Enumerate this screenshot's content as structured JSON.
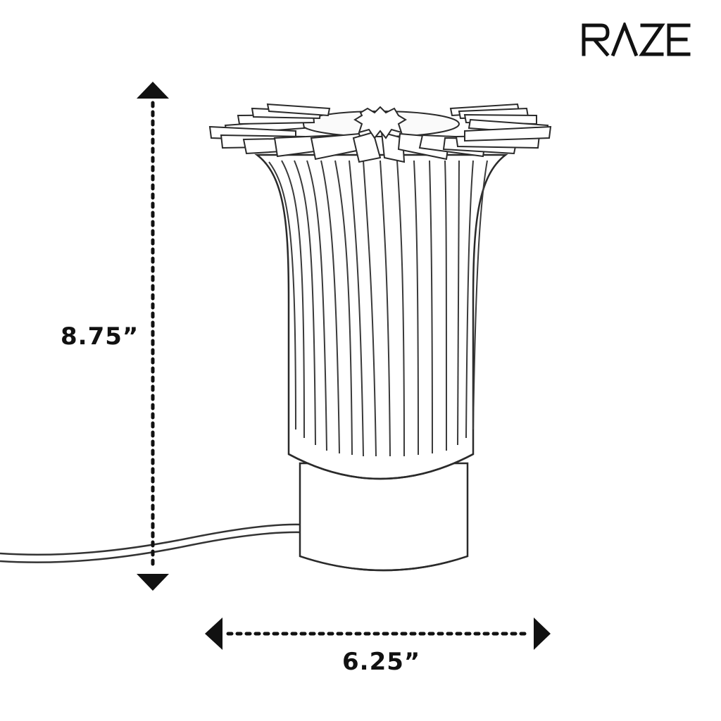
{
  "brand": {
    "name": "RAZE"
  },
  "dimensions": {
    "height": "8.75”",
    "width": "6.25”"
  },
  "colors": {
    "background": "#ffffff",
    "ink": "#111111",
    "line": "#2a2a2a"
  },
  "icons": {
    "height_arrow": "vertical-double-arrow",
    "width_arrow": "horizontal-double-arrow"
  }
}
